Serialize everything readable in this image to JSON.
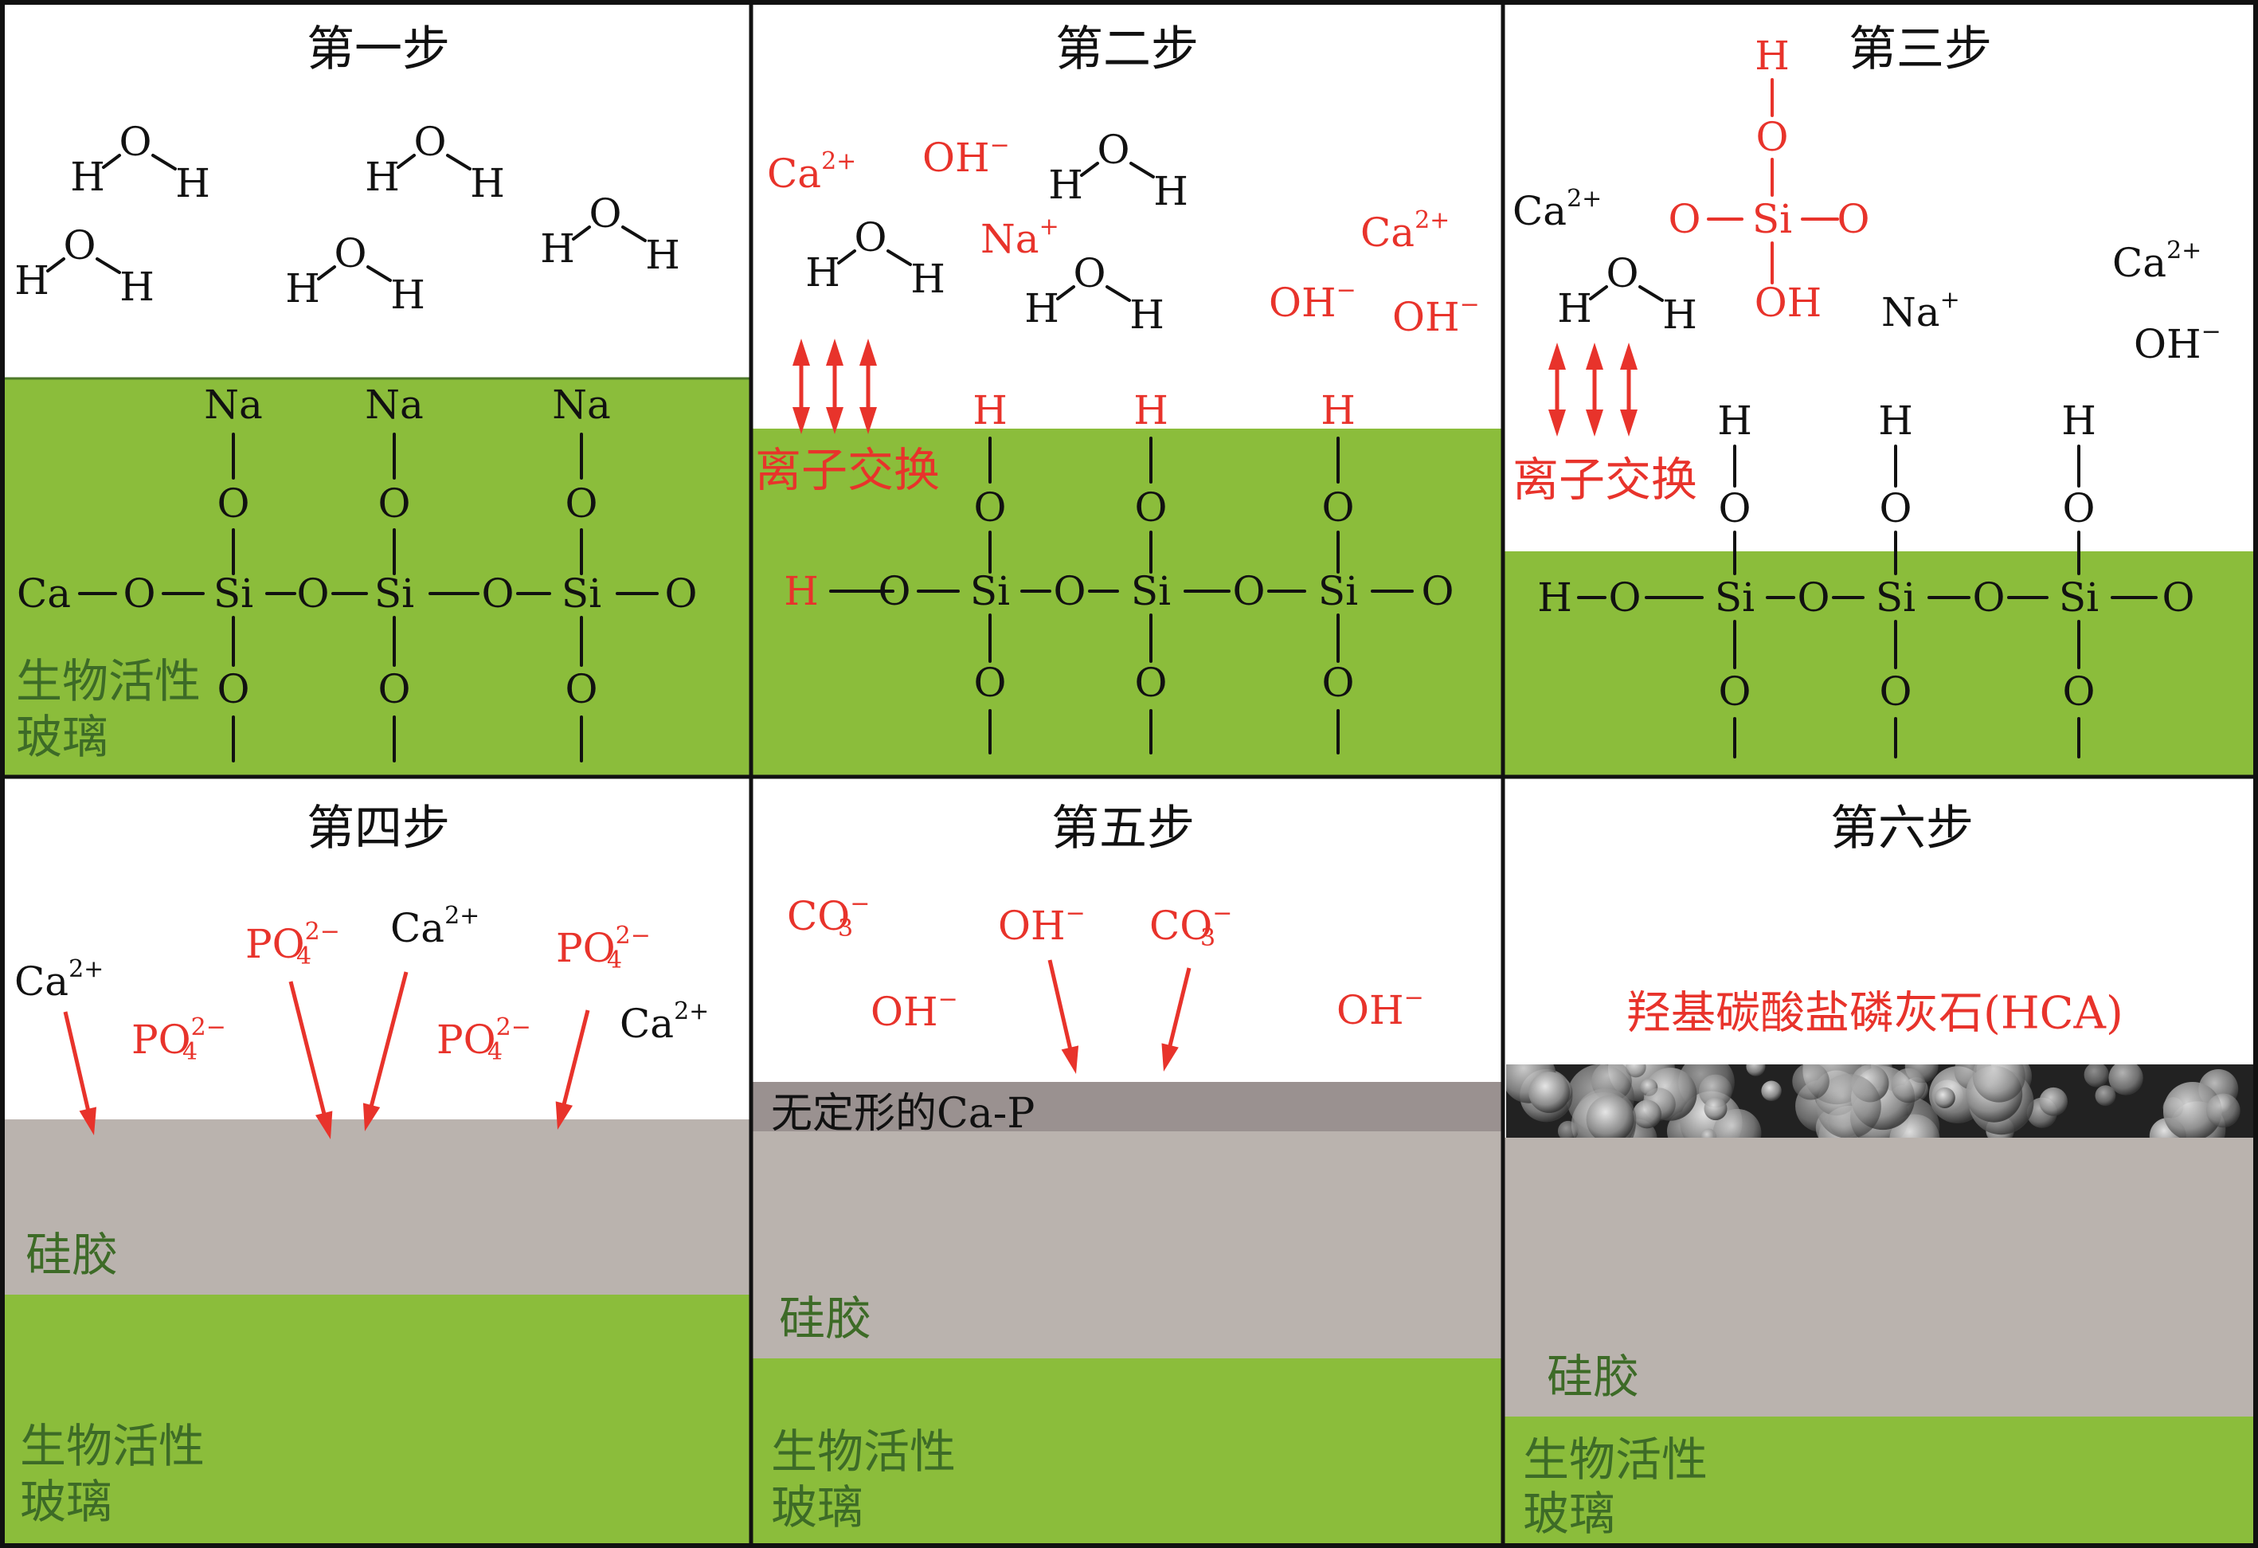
{
  "colors": {
    "glass": "#8bbd3b",
    "gel": "#bab3ae",
    "amorphous": "#9a9190",
    "red": "#e8332b",
    "black": "#111111",
    "green_label": "#3d6b27",
    "border": "#111111"
  },
  "steps": [
    {
      "title": "第一步"
    },
    {
      "title": "第二步"
    },
    {
      "title": "第三步"
    },
    {
      "title": "第四步"
    },
    {
      "title": "第五步"
    },
    {
      "title": "第六步"
    }
  ],
  "labels": {
    "bioglass": [
      "生物活性",
      "玻璃"
    ],
    "silica_gel": "硅胶",
    "ion_exchange": "离子交换",
    "amorphous_cap": "无定形的Ca-P",
    "hca": "羟基碳酸盐磷灰石(HCA)"
  },
  "atoms": {
    "H": "H",
    "O": "O",
    "Na": "Na",
    "Ca": "Ca",
    "Si": "Si",
    "OH": "OH",
    "P": "P",
    "C": "C"
  },
  "charges": {
    "ca": "2+",
    "na": "+",
    "oh": "−",
    "po4": "2−",
    "co3": "−"
  },
  "subscripts": {
    "po4": "4",
    "co3": "3"
  }
}
